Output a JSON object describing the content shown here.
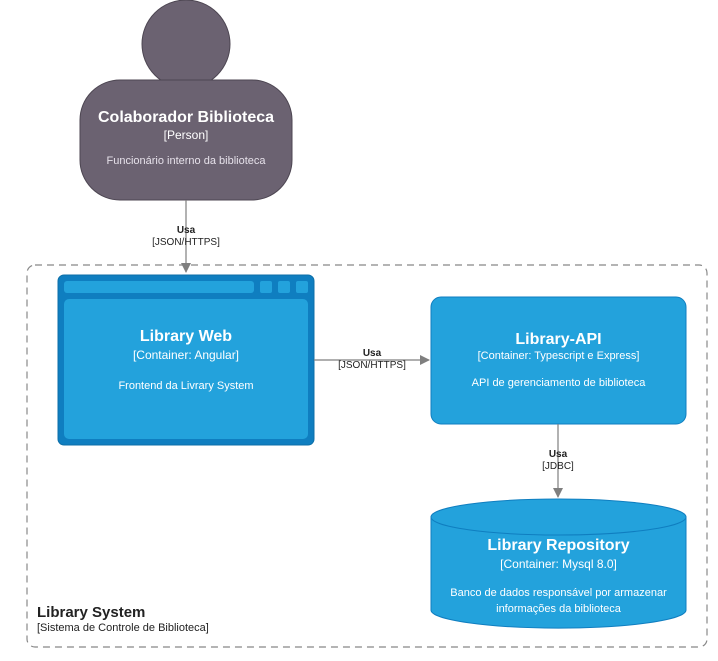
{
  "colors": {
    "person_fill": "#6b6271",
    "container_fill": "#23a2dc",
    "container_border": "#0f7ec0",
    "arrow": "#7f7f7f",
    "boundary": "#888888"
  },
  "person": {
    "icon": "person-icon",
    "title": "Colaborador Biblioteca",
    "type": "[Person]",
    "description": "Funcionário interno da biblioteca"
  },
  "boundary": {
    "title": "Library System",
    "type": "[Sistema de Controle de Biblioteca]"
  },
  "web": {
    "icon": "browser-window-icon",
    "title": "Library Web",
    "type": "[Container: Angular]",
    "description": "Frontend da Livrary System"
  },
  "api": {
    "title": "Library-API",
    "type": "[Container: Typescript e Express]",
    "description": "API de gerenciamento de biblioteca"
  },
  "repo": {
    "icon": "database-cylinder-icon",
    "title": "Library Repository",
    "type": "[Container: Mysql 8.0]",
    "description_line1": "Banco de dados responsável por armazenar",
    "description_line2": "informações da biblioteca"
  },
  "relations": {
    "person_to_web": {
      "label": "Usa",
      "tech": "[JSON/HTTPS]"
    },
    "web_to_api": {
      "label": "Usa",
      "tech": "[JSON/HTTPS]"
    },
    "api_to_repo": {
      "label": "Usa",
      "tech": "[JDBC]"
    }
  }
}
